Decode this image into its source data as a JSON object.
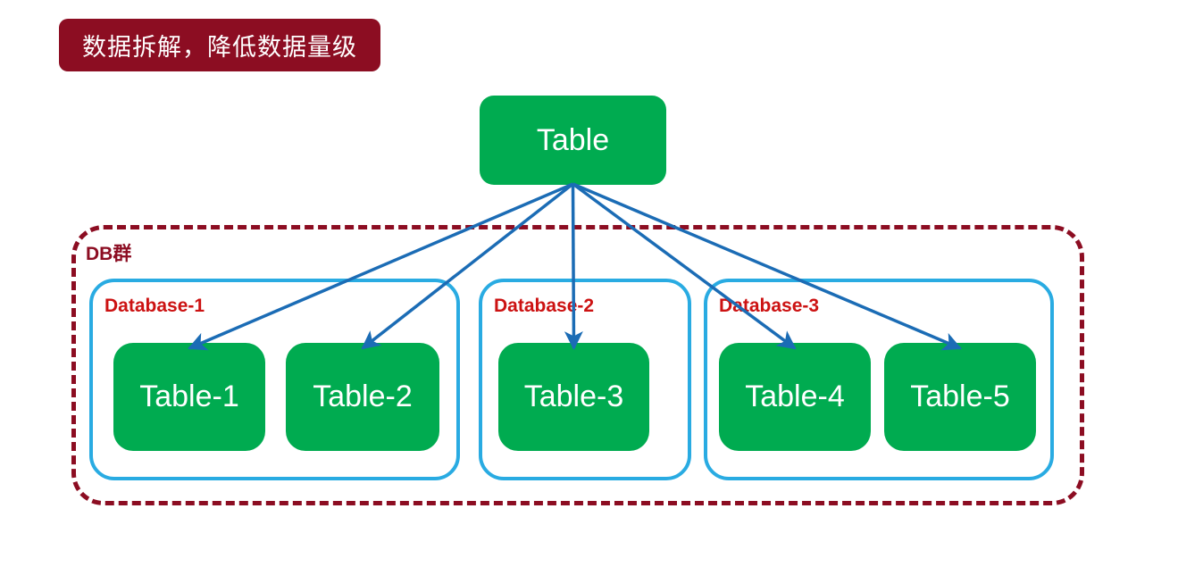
{
  "banner": {
    "label": "数据拆解，降低数据量级"
  },
  "root_table": {
    "label": "Table"
  },
  "db_group": {
    "label": "DB群",
    "databases": [
      {
        "label": "Database-1",
        "tables": [
          {
            "label": "Table-1"
          },
          {
            "label": "Table-2"
          }
        ]
      },
      {
        "label": "Database-2",
        "tables": [
          {
            "label": "Table-3"
          }
        ]
      },
      {
        "label": "Database-3",
        "tables": [
          {
            "label": "Table-4"
          },
          {
            "label": "Table-5"
          }
        ]
      }
    ]
  },
  "edges": [
    {
      "from": "root-table",
      "to": "table-1"
    },
    {
      "from": "root-table",
      "to": "table-2"
    },
    {
      "from": "root-table",
      "to": "table-3"
    },
    {
      "from": "root-table",
      "to": "table-4"
    },
    {
      "from": "root-table",
      "to": "table-5"
    }
  ],
  "colors": {
    "maroon": "#8C0D22",
    "green": "#00AB50",
    "light_blue": "#29ABE2",
    "arrow_blue": "#1B6CB5",
    "label_red": "#CC1212",
    "white": "#FFFFFF"
  }
}
